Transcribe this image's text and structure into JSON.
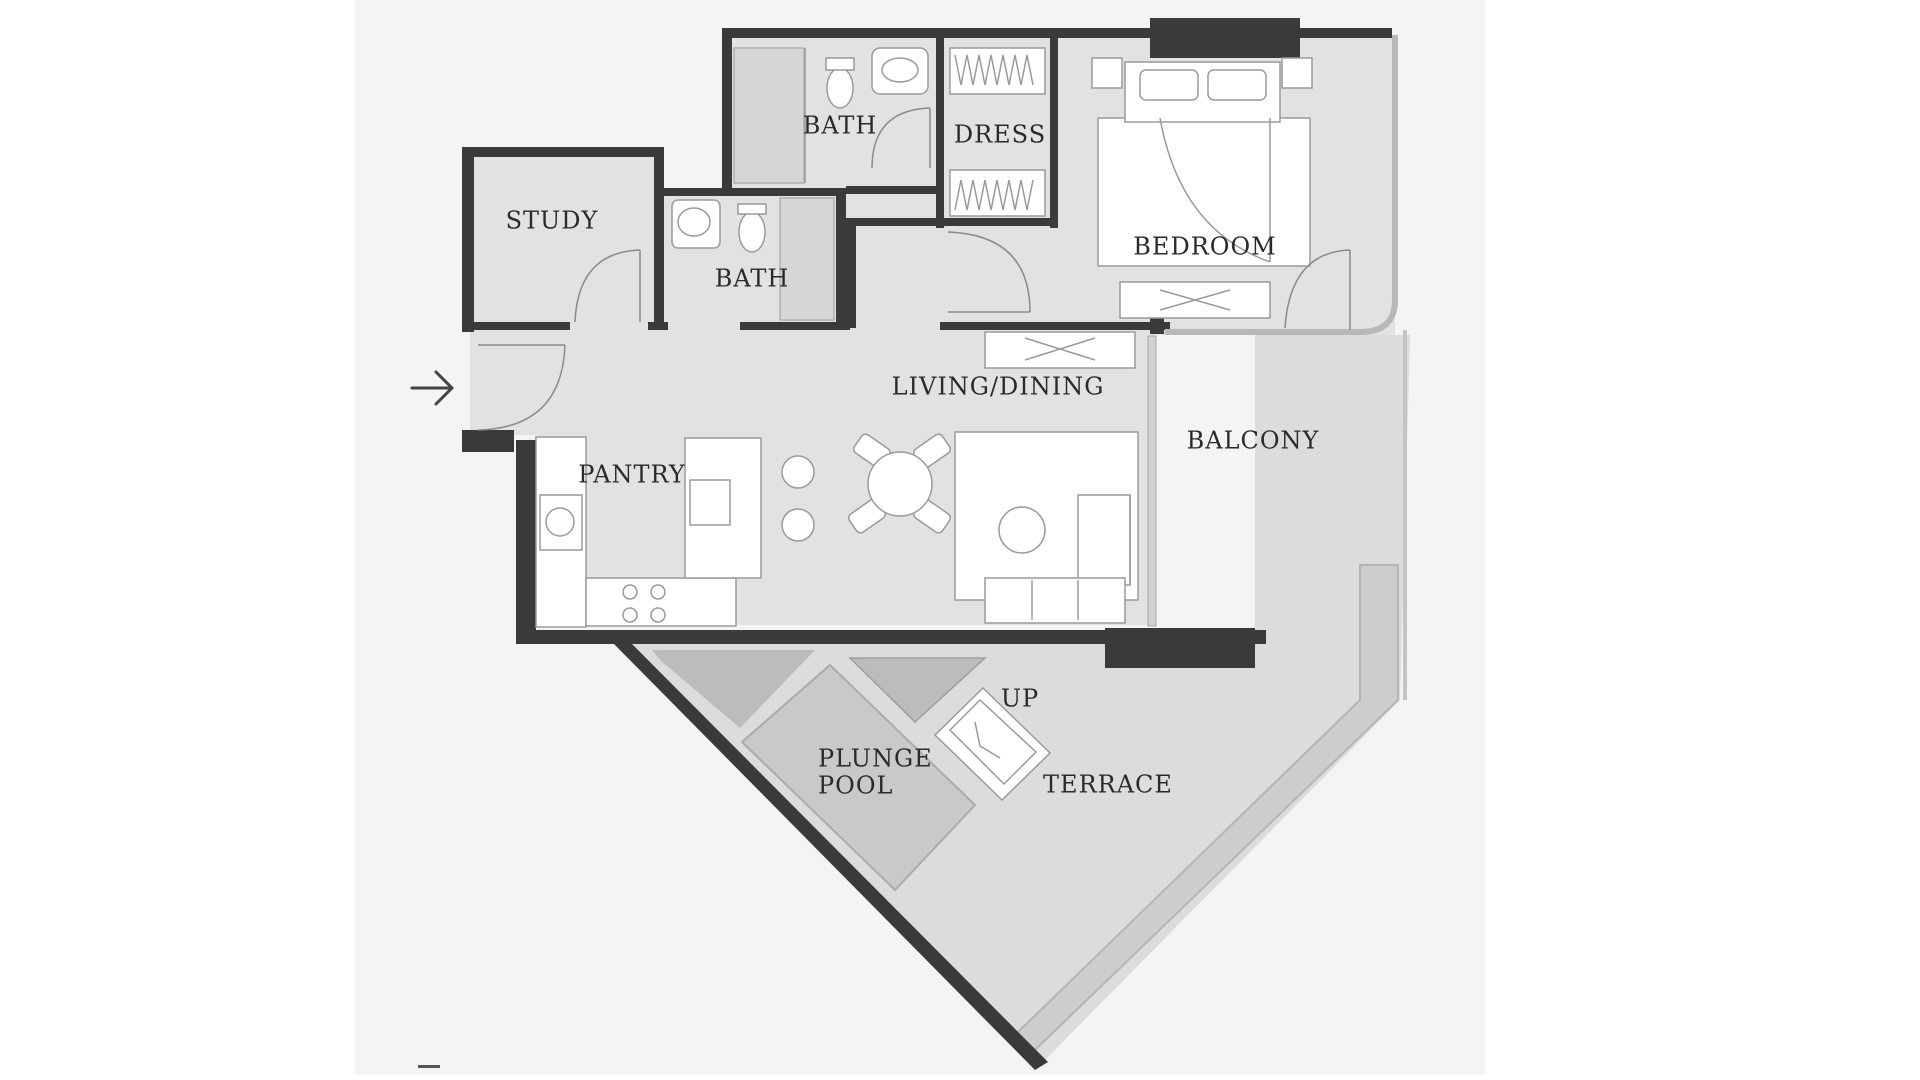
{
  "colors": {
    "background": "#ffffff",
    "sheet": "#f4f4f4",
    "floor": "#dedede",
    "wall": "#3a3a3a",
    "pool": "#c9c9c9",
    "fixture": "#ffffff"
  },
  "icons": {
    "entry": "arrow-right-icon",
    "stairs": "stair-arrow-icon"
  },
  "rooms": {
    "bath_master": "BATH",
    "dress": "DRESS",
    "bedroom": "BEDROOM",
    "study": "STUDY",
    "bath_guest": "BATH",
    "living_dining": "LIVING/DINING",
    "pantry": "PANTRY",
    "balcony": "BALCONY",
    "stair_up": "UP",
    "plunge_pool_line1": "PLUNGE",
    "plunge_pool_line2": "POOL",
    "terrace": "TERRACE"
  }
}
